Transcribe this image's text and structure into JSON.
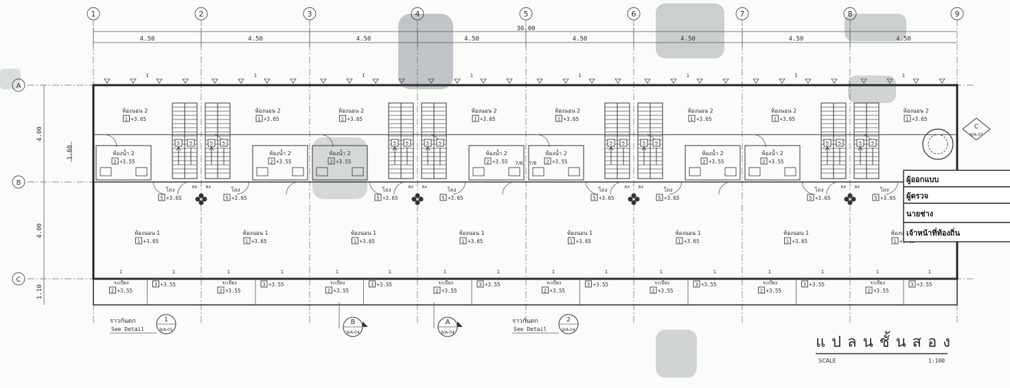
{
  "grid": {
    "columns": [
      "1",
      "2",
      "3",
      "4",
      "5",
      "6",
      "7",
      "8",
      "9"
    ],
    "rows": [
      "A",
      "B",
      "C"
    ]
  },
  "dimensions": {
    "overall": "36.00",
    "bays": [
      "4.50",
      "4.50",
      "4.50",
      "4.50",
      "4.50",
      "4.50",
      "4.50",
      "4.50"
    ],
    "vertical": [
      "4.00",
      "4.00",
      "1.10"
    ],
    "sub": "1.60"
  },
  "rooms": {
    "bedroom2": "ห้องนอน 2",
    "bedroom1": "ห้องนอน 1",
    "bathroom2": "ห้องน้ำ 2",
    "hall": "โถง",
    "balcony": "ระเบียง",
    "down": "ลง",
    "level_365": "+3.65",
    "level_355": "+3.55",
    "door_tag": "7/6",
    "pane_b": "B"
  },
  "tags": {
    "one": "1",
    "two": "2",
    "three": "3",
    "five": "5"
  },
  "callouts": [
    {
      "label": "ราวกันตก",
      "see": "See Detail",
      "num": "1",
      "ref": "9/A-05"
    },
    {
      "label": "ราวกันตก",
      "see": "See Detail",
      "num": "2",
      "ref": "9/A-04"
    }
  ],
  "sections": [
    {
      "letter": "B",
      "ref": "9/A-04"
    },
    {
      "letter": "A",
      "ref": "9/A-04"
    }
  ],
  "title_block": {
    "rows": [
      "ผู้ออกแบบ",
      "ผู้ตรวจ",
      "นายช่าง",
      "เจ้าหน้าที่ท้องถิ่น"
    ],
    "c_tag": "C",
    "c_ref": "9/A-05"
  },
  "plan_title": "แปลนชั้นสอง",
  "scale_label": "SCALE",
  "scale_value": "1:100",
  "colors": {
    "ink": "#2b2b2b",
    "paper": "#fbfbf9",
    "smudge": "#3d4a55"
  }
}
